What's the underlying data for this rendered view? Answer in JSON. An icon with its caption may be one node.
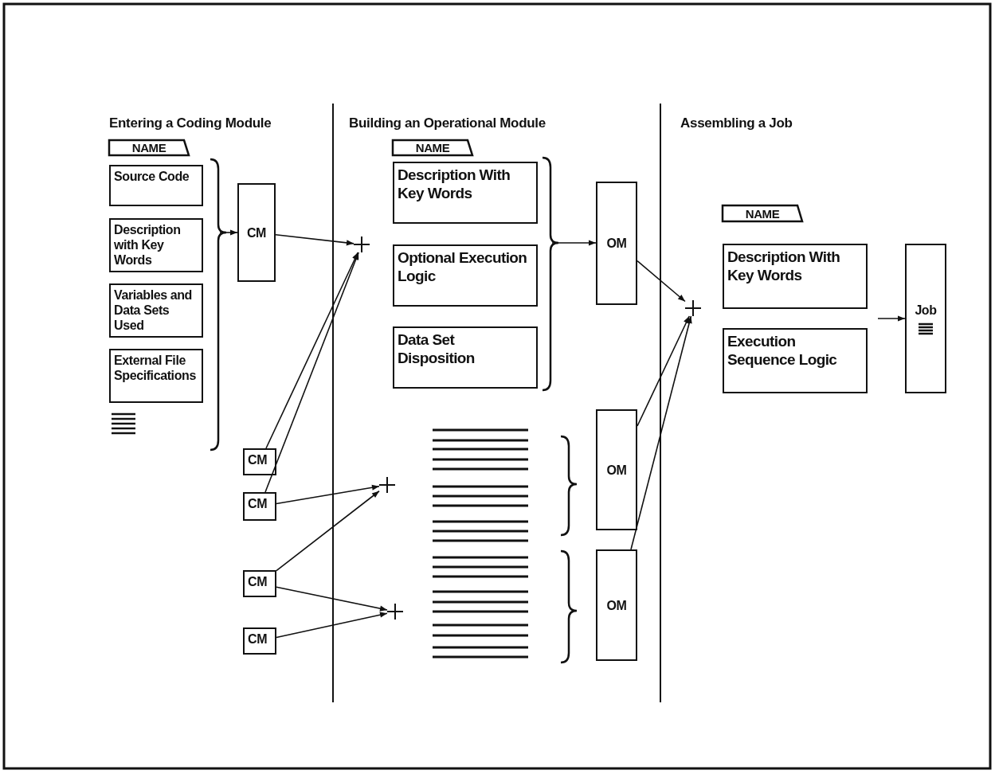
{
  "diagram": {
    "nodes": [
      {
        "text": [
          "NAME"
        ]
      },
      {
        "text": [
          "Source Code"
        ]
      },
      {
        "text": [
          "Description with Key Words"
        ]
      },
      {
        "text": [
          "Variables and Data Sets Used"
        ]
      },
      {
        "text": [
          "External File Specifications"
        ]
      },
      {
        "text": [
          "CM"
        ]
      },
      {
        "text": [],
        "shape": "cross"
      },
      {
        "text": [
          "CM"
        ]
      },
      {
        "text": [
          "CM"
        ]
      },
      {
        "text": [
          "CM"
        ]
      },
      {
        "text": [
          "CM"
        ]
      },
      {
        "text": [],
        "shape": "cross"
      },
      {
        "text": [],
        "shape": "cross"
      },
      {
        "text": [
          "NAME"
        ]
      },
      {
        "text": [
          "Description With Key Words"
        ]
      },
      {
        "text": [
          "Optional Execution Logic"
        ]
      },
      {
        "text": [
          "Data Set Disposition"
        ]
      },
      {
        "text": [
          "OM"
        ]
      },
      {
        "text": [
          "OM"
        ]
      },
      {
        "text": [
          "OM"
        ]
      },
      {
        "text": [],
        "shape": "cross"
      },
      {
        "text": [
          "NAME"
        ]
      },
      {
        "text": [
          "Description With Key Words"
        ]
      },
      {
        "text": [
          "Execution Sequence Logic"
        ]
      },
      {
        "text": [
          "Job"
        ]
      }
    ],
    "edges": [
      {
        "from": null,
        "to": 5,
        "arrow": "to"
      },
      {
        "from": 5,
        "to": 6,
        "arrow": "to"
      },
      {
        "from": 7,
        "to": 6,
        "arrow": "to"
      },
      {
        "from": 8,
        "to": 6,
        "arrow": "to"
      },
      {
        "from": 8,
        "to": 11,
        "arrow": "to"
      },
      {
        "from": 9,
        "to": 11,
        "arrow": "to"
      },
      {
        "from": 9,
        "to": 12,
        "arrow": "to"
      },
      {
        "from": 10,
        "to": 12,
        "arrow": "to"
      },
      {
        "from": null,
        "to": 17,
        "arrow": "to"
      },
      {
        "from": 17,
        "to": 20,
        "arrow": "to"
      },
      {
        "from": 18,
        "to": 20,
        "arrow": "to"
      },
      {
        "from": 19,
        "to": 20,
        "arrow": "to"
      },
      {
        "from": null,
        "to": 24,
        "arrow": "to"
      }
    ],
    "labels": [
      "Entering a Coding Module",
      "Building an Operational Module",
      "Assembling a Job"
    ]
  }
}
